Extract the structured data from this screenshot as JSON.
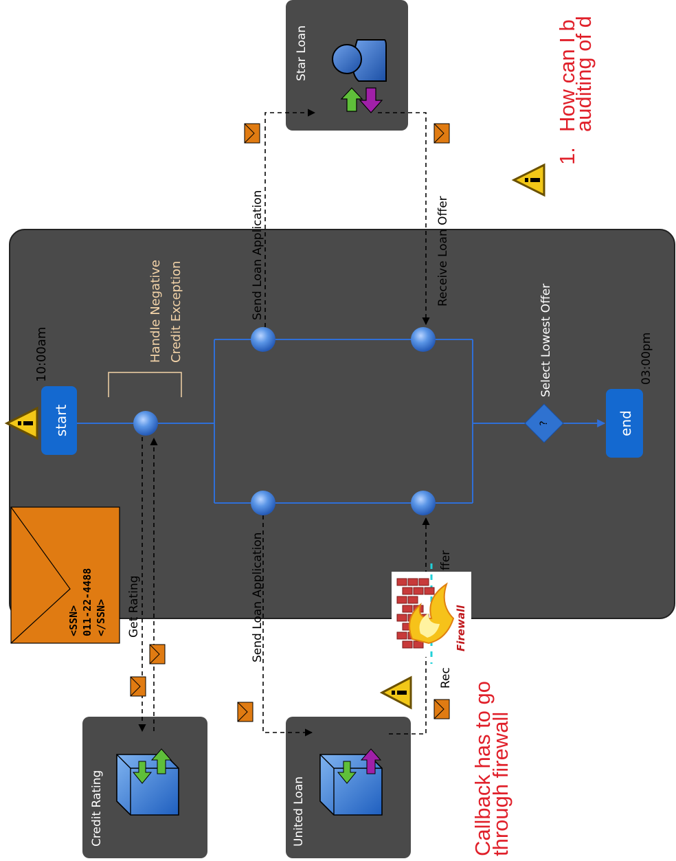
{
  "colors": {
    "canvas": "#4a4a4a",
    "canvas_border": "#222222",
    "line_blue": "#2f6fd8",
    "node_blue": "#4d8ae0",
    "pill_blue": "#1469d0",
    "message_orange": "#e07b12",
    "red_text": "#e0202a",
    "warning_yellow": "#f2c818",
    "label_peach": "#f3d3a8",
    "arrow_green": "#5fbf3a",
    "arrow_purple": "#a020a8"
  },
  "process": {
    "start_label": "start",
    "end_label": "end",
    "start_time": "10:00am",
    "end_time": "03:00pm",
    "decision_symbol": "?",
    "select_label": "Select Lowest Offer",
    "handle_exception_line1": "Handle Negative",
    "handle_exception_line2": "Credit Exception"
  },
  "edges": {
    "send_loan_application_top": "Send Loan Application",
    "receive_loan_offer": "Receive Loan Offer",
    "send_loan_application_bottom": "Send Loan Application",
    "get_rating": "Get Rating",
    "receive_offer_partial_left": "Rec",
    "receive_offer_partial_right": "ffer"
  },
  "services": {
    "star_loan": "Star Loan",
    "credit_rating": "Credit Rating",
    "united_loan": "United Loan"
  },
  "ssn_message": {
    "open_tag": "<SSN>",
    "value": "011-22-4488",
    "close_tag": "</SSN>"
  },
  "firewall": {
    "label": "Firewall"
  },
  "annotations": {
    "callback_line1": "Callback has to go",
    "callback_line2": "through firewall",
    "question_number": "1.",
    "question_line1": "How can I b",
    "question_line2": "auditing of d"
  },
  "icons": {
    "warning": "warning-triangle-icon",
    "message": "envelope-icon",
    "person": "person-icon",
    "box": "service-box-icon",
    "firewall": "firewall-icon"
  }
}
